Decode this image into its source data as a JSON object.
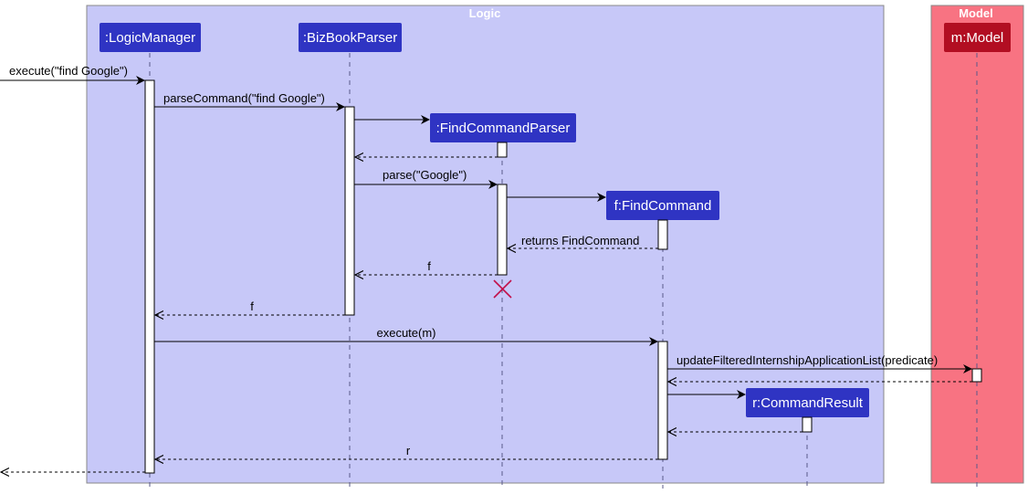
{
  "groups": {
    "logic": {
      "title": "Logic",
      "color": "#c7c8f8"
    },
    "model": {
      "title": "Model",
      "color": "#f87382"
    }
  },
  "participants": {
    "logic_manager": {
      "label": ":LogicManager",
      "color": "#2f34c3"
    },
    "bizbook_parser": {
      "label": ":BizBookParser",
      "color": "#2f34c3"
    },
    "find_command_parser": {
      "label": ":FindCommandParser",
      "color": "#2f34c3"
    },
    "find_command": {
      "label": "f:FindCommand",
      "color": "#2f34c3"
    },
    "command_result": {
      "label": "r:CommandResult",
      "color": "#2f34c3"
    },
    "model": {
      "label": "m:Model",
      "color": "#b20e22"
    }
  },
  "messages": {
    "execute_find": "execute(\"find Google\")",
    "parse_command": "parseCommand(\"find Google\")",
    "parse": "parse(\"Google\")",
    "returns_find_command": "returns FindCommand",
    "return_f_1": "f",
    "return_f_2": "f",
    "execute_m": "execute(m)",
    "update_filtered": "updateFilteredInternshipApplicationList(predicate)",
    "return_r": "r"
  },
  "destroy_color": "#c2104a"
}
